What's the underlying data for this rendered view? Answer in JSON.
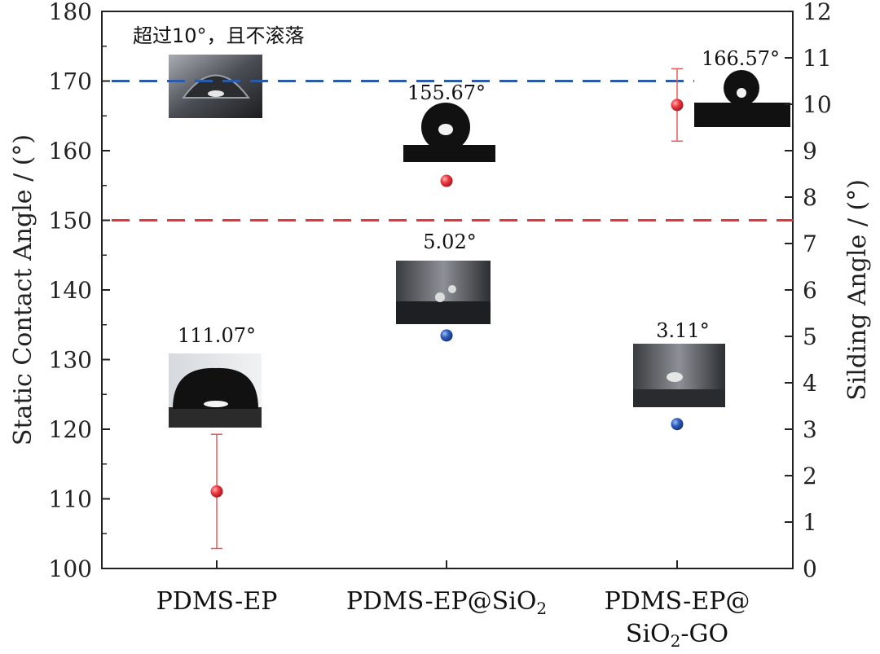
{
  "chart_data": {
    "type": "scatter",
    "categories": [
      "PDMS-EP",
      "PDMS-EP@SiO₂",
      "PDMS-EP@\nSiO₂-GO"
    ],
    "ylabel": "Static Contact Angle / (°)",
    "y2label": "Silding Angle / (°)",
    "ylim": [
      100,
      180
    ],
    "y2lim": [
      0,
      12
    ],
    "yticks": [
      100,
      110,
      120,
      130,
      140,
      150,
      160,
      170,
      180
    ],
    "y2ticks": [
      0,
      1,
      2,
      3,
      4,
      5,
      6,
      7,
      8,
      9,
      10,
      11,
      12
    ],
    "series": [
      {
        "axis": "left",
        "color": "#e8343c",
        "values": [
          111.07,
          155.67,
          166.57
        ],
        "error": [
          8.2,
          null,
          5.2
        ],
        "labels": [
          "111.07°",
          "155.67°",
          "166.57°"
        ]
      },
      {
        "axis": "right",
        "color": "#2a55b0",
        "values": [
          null,
          5.02,
          3.11
        ],
        "labels": [
          "",
          "5.02°",
          "3.11°"
        ]
      }
    ],
    "reference_lines": [
      {
        "axis": "left",
        "value": 170,
        "color": "#2a5aa8",
        "style": "dashed"
      },
      {
        "axis": "left",
        "value": 150,
        "color": "#e8343c",
        "style": "dashed"
      }
    ],
    "annotation": "超过10°，且不滚落"
  }
}
